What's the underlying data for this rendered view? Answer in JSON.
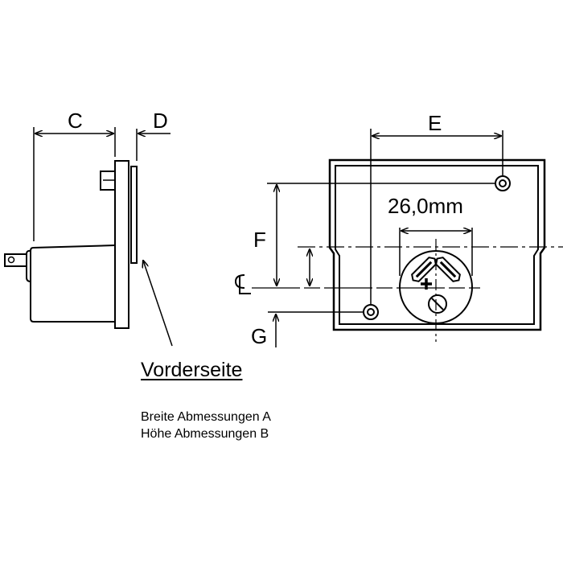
{
  "labels": {
    "c": "C",
    "d": "D",
    "e": "E",
    "f": "F",
    "g": "G",
    "centerline": "CL",
    "diameter": "26,0mm"
  },
  "caption": {
    "front_side": "Vorderseite",
    "width_note": "Breite Abmessungen A",
    "height_note": "Höhe Abmessungen B"
  }
}
